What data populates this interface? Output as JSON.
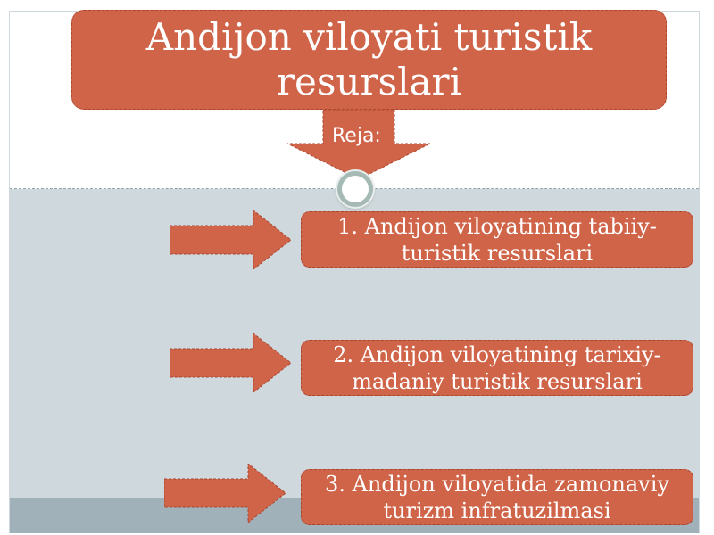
{
  "title": "Andijon viloyati turistik resurslari",
  "plan_label": "Reja:",
  "items": [
    {
      "label": "1. Andijon viloyatining tabiiy-turistik resurslari"
    },
    {
      "label": "2. Andijon viloyatining tarixiy-madaniy turistik resurslari"
    },
    {
      "label": "3. Andijon viloyatida zamonaviy turizm infratuzilmasi"
    }
  ],
  "colors": {
    "accent": "#cf6449",
    "background_lower": "#cfd8dc",
    "band": "#90a4ae",
    "text": "#ffffff"
  }
}
